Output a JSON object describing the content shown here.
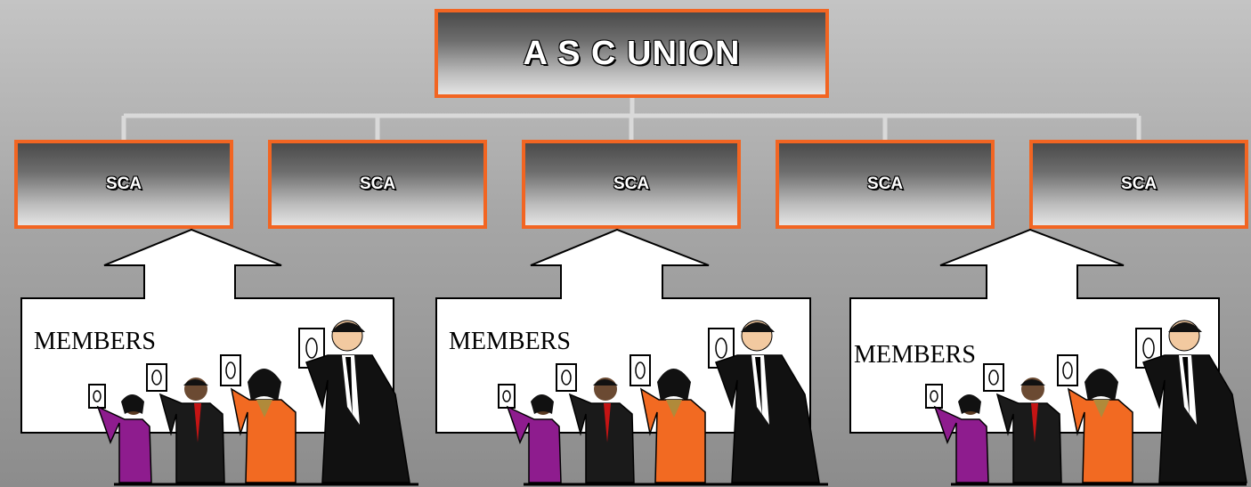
{
  "root": {
    "label": "A S C UNION"
  },
  "children": [
    {
      "label": "SCA"
    },
    {
      "label": "SCA"
    },
    {
      "label": "SCA"
    },
    {
      "label": "SCA"
    },
    {
      "label": "SCA"
    }
  ],
  "groups": [
    {
      "label": "MEMBERS",
      "image": "people-voting-illustration"
    },
    {
      "label": "MEMBERS",
      "image": "people-voting-illustration"
    },
    {
      "label": "MEMBERS",
      "image": "people-voting-illustration"
    }
  ],
  "colors": {
    "border": "#f26522",
    "connector": "#d9d9d9"
  }
}
